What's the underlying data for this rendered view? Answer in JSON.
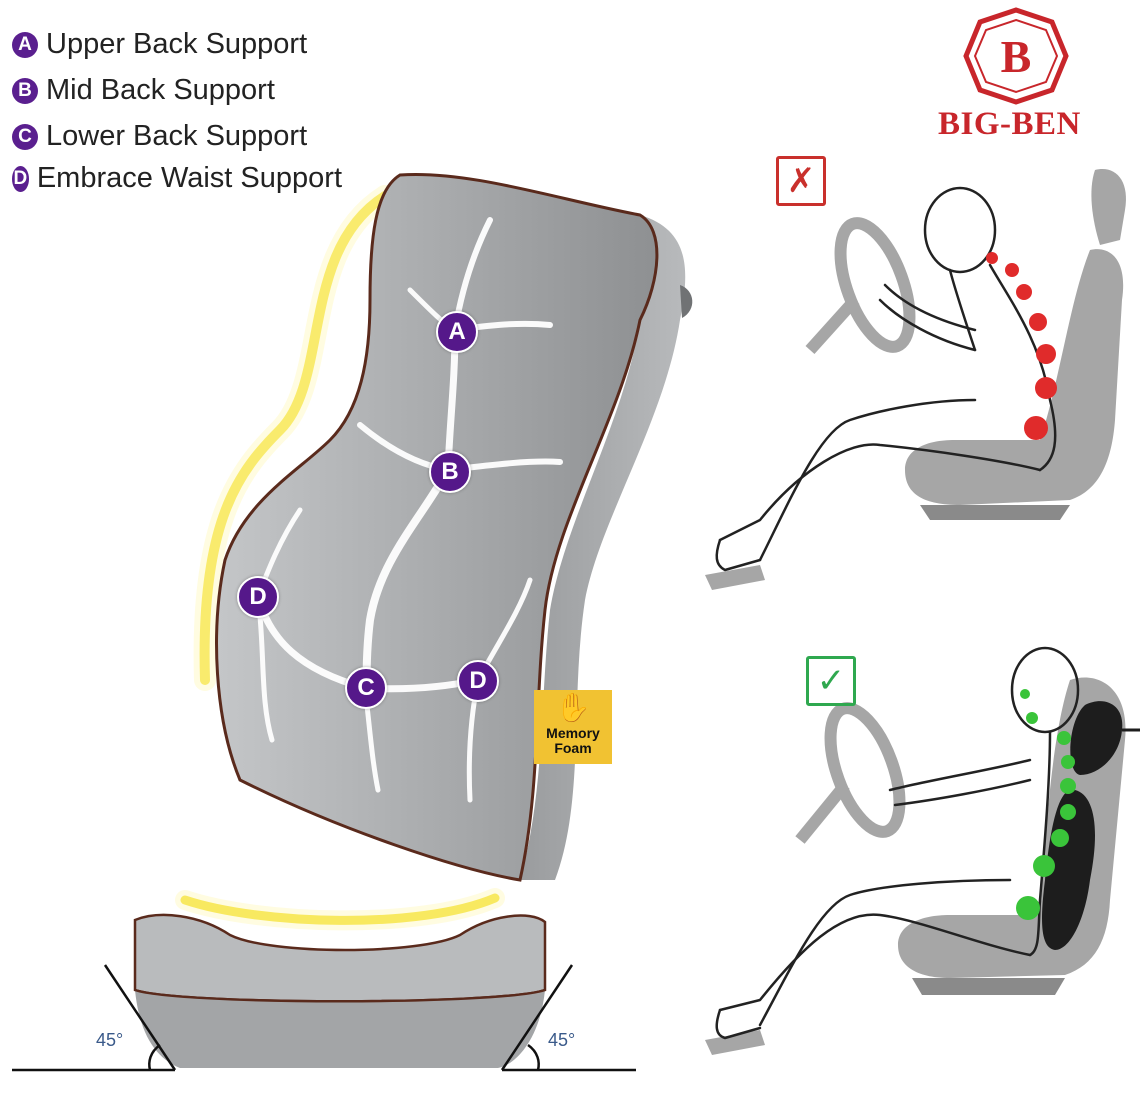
{
  "legend": [
    {
      "letter": "A",
      "text": "Upper Back Support"
    },
    {
      "letter": "B",
      "text": "Mid Back Support"
    },
    {
      "letter": "C",
      "text": "Lower Back Support"
    },
    {
      "letter": "D",
      "text": "Embrace Waist Support"
    }
  ],
  "brand": {
    "logo_letter": "B",
    "name": "BIG-BEN",
    "color": "#c8262b"
  },
  "cushion_markers": [
    "A",
    "B",
    "D",
    "C",
    "D"
  ],
  "badge": {
    "icon": "hand-icon",
    "line1": "Memory",
    "line2": "Foam",
    "color": "#f1c232"
  },
  "angles": {
    "left": "45°",
    "right": "45°"
  },
  "posture": {
    "bad": {
      "symbol": "✗",
      "icon": "x-mark-icon",
      "color": "#c9302c"
    },
    "good": {
      "symbol": "✓",
      "icon": "check-mark-icon",
      "color": "#2fa84f"
    }
  },
  "colors": {
    "marker": "#55188a",
    "cushion": "#a9abad",
    "highlight": "#f5e23a",
    "seat": "#a6a6a6"
  }
}
